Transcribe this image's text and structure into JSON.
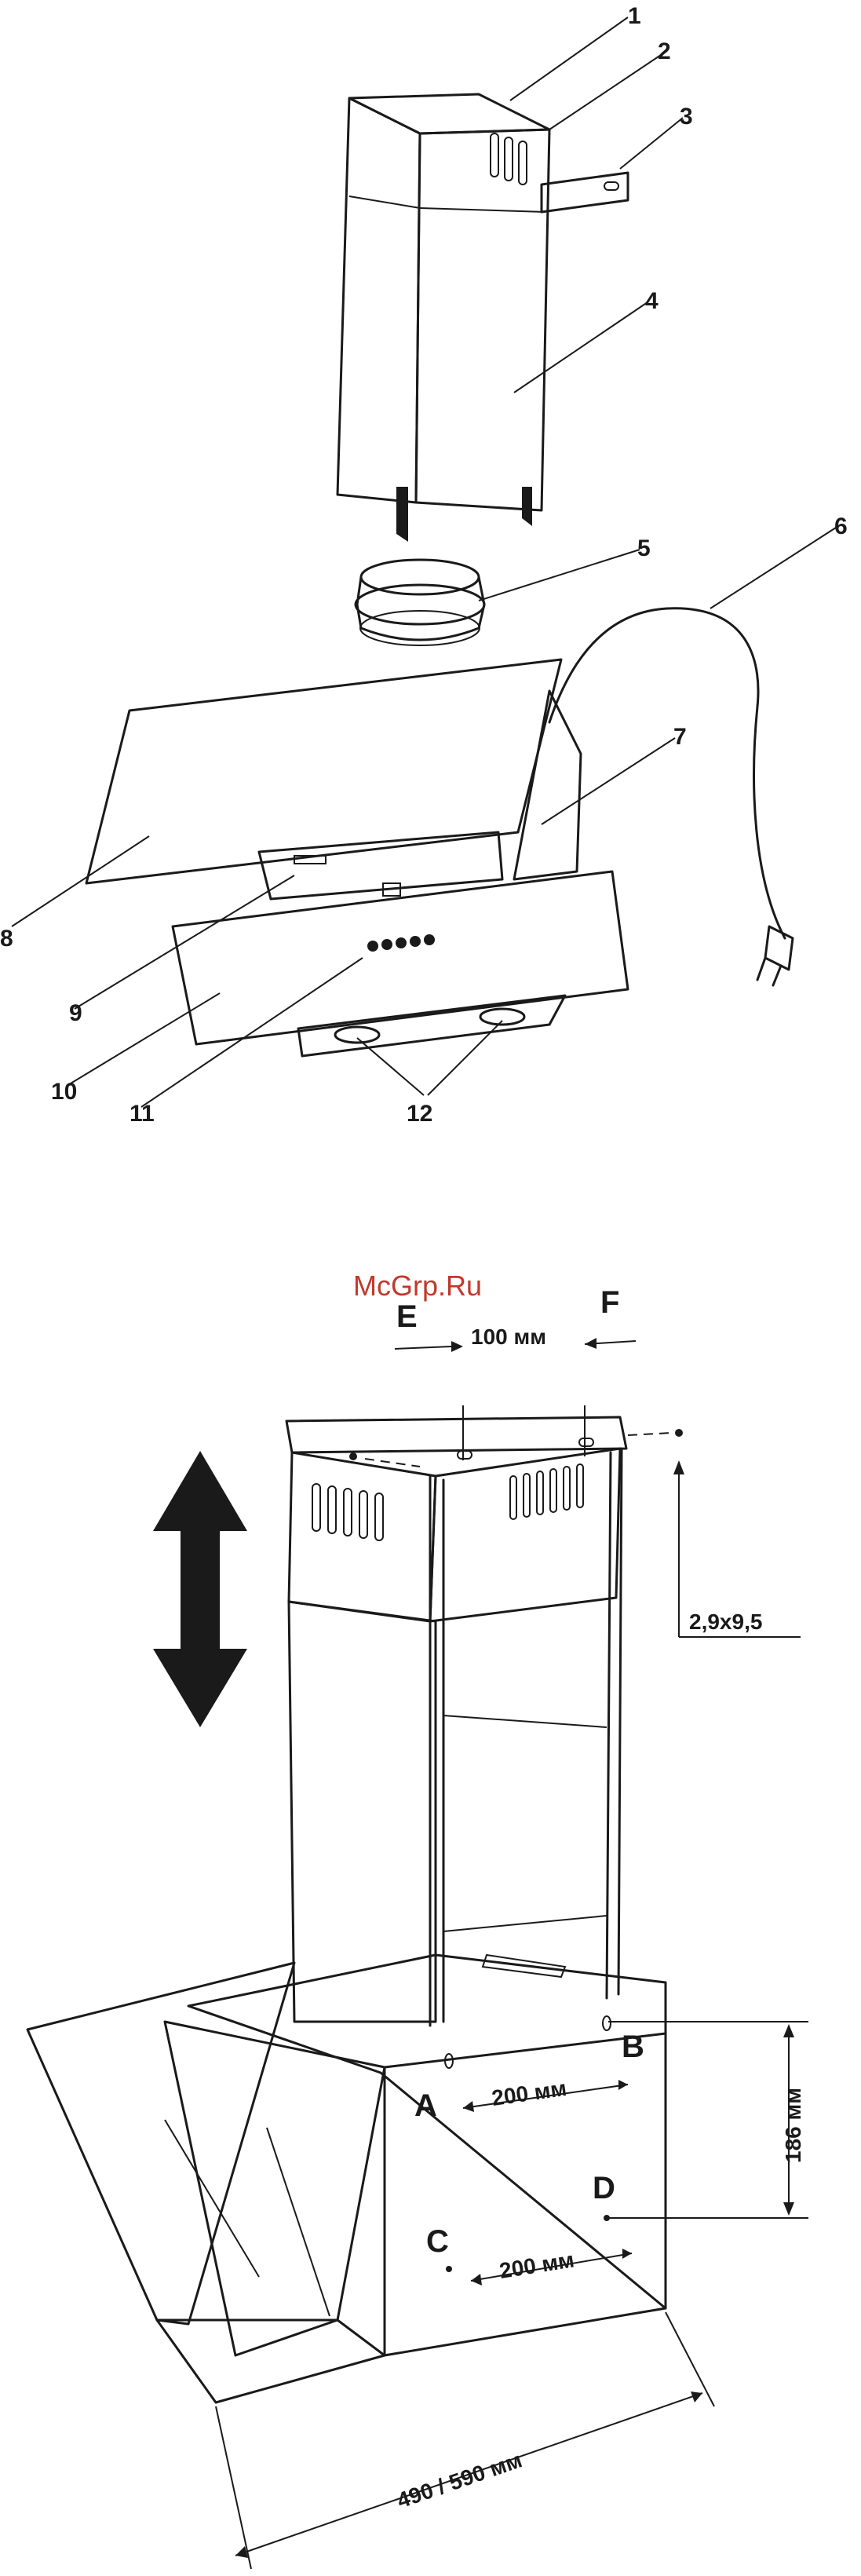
{
  "exploded_view": {
    "callouts": [
      "1",
      "2",
      "3",
      "4",
      "5",
      "6",
      "7",
      "8",
      "9",
      "10",
      "11",
      "12"
    ]
  },
  "watermark": "McGrp.Ru",
  "install_view": {
    "point_e": "E",
    "point_f": "F",
    "dim_ef": "100 мм",
    "screw_size": "2,9x9,5",
    "point_a": "A",
    "point_b": "B",
    "point_c": "C",
    "point_d": "D",
    "dim_ab": "200 мм",
    "dim_cd": "200 мм",
    "dim_bd": "186 мм",
    "dim_width": "490 / 590 мм"
  },
  "colors": {
    "line": "#1a1a1a",
    "watermark": "#c0392b",
    "background": "#ffffff"
  }
}
